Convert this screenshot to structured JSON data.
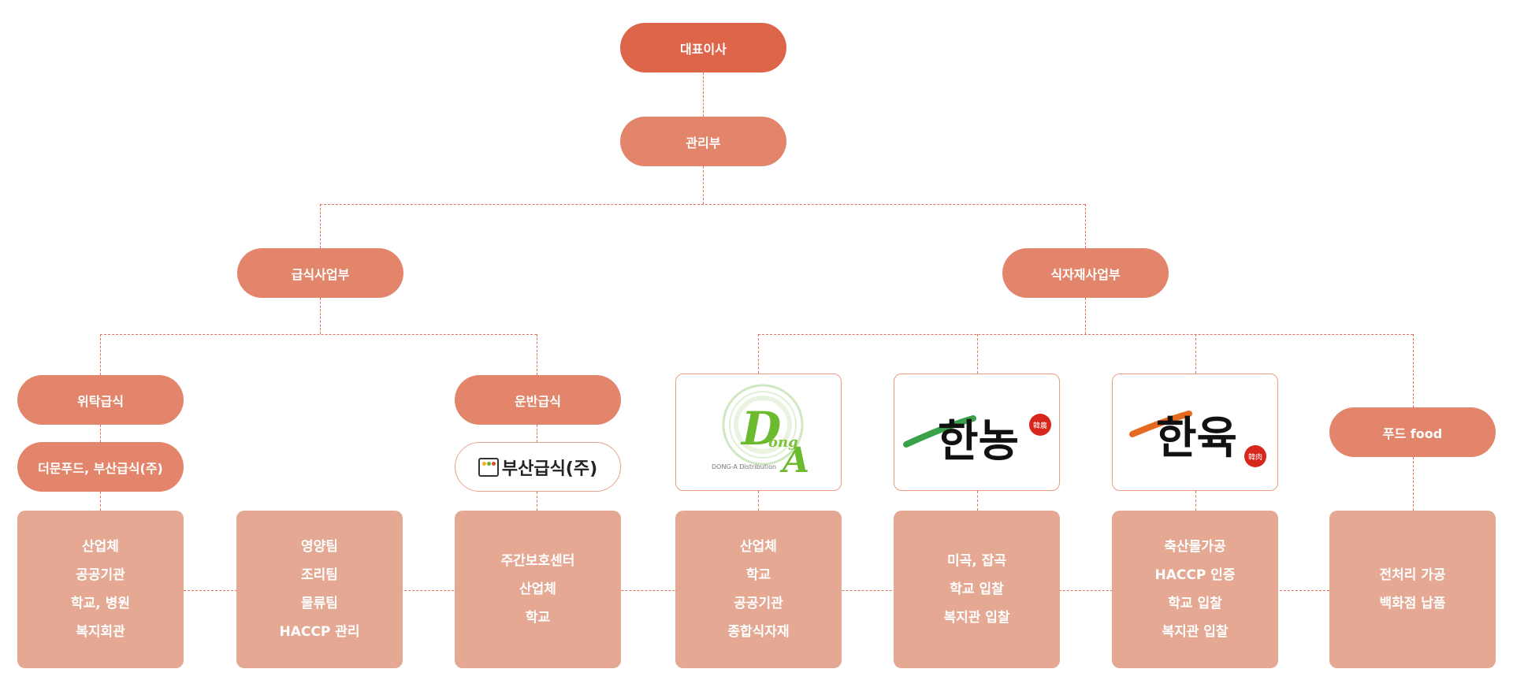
{
  "chart": {
    "ceo": "대표이사",
    "admin": "관리부",
    "divisions": [
      {
        "label": "급식사업부",
        "units": [
          {
            "label": "위탁급식",
            "sub": "더문푸드, 부산급식(주)",
            "items": [
              "산업체",
              "공공기관",
              "학교, 병원",
              "복지회관"
            ]
          },
          {
            "label": "",
            "items": [
              "영양팀",
              "조리팀",
              "물류팀",
              "HACCP 관리"
            ]
          },
          {
            "label": "운반급식",
            "logo_text": "부산급식(주)",
            "items": [
              "주간보호센터",
              "산업체",
              "학교"
            ]
          }
        ]
      },
      {
        "label": "식자재사업부",
        "units": [
          {
            "logo": "dong-a-logo",
            "logo_text": "DONG-A Distribution",
            "logo_word": "DongA",
            "items": [
              "산업체",
              "학교",
              "공공기관",
              "종합식자재"
            ]
          },
          {
            "logo": "hannong-logo",
            "logo_word": "한농",
            "seal": "韓農",
            "items": [
              "미곡, 잡곡",
              "학교 입찰",
              "복지관 입찰"
            ]
          },
          {
            "logo": "hanyuk-logo",
            "logo_word": "한육",
            "seal": "韓肉",
            "items": [
              "축산물가공",
              "HACCP 인증",
              "학교 입찰",
              "복지관 입찰"
            ]
          },
          {
            "label": "푸드 food",
            "items": [
              "전처리 가공",
              "백화점 납품"
            ]
          }
        ]
      }
    ]
  },
  "colors": {
    "ceo": "#dd654a",
    "node": "#e2856a",
    "card": "#e4a893",
    "line": "#e2705c"
  }
}
